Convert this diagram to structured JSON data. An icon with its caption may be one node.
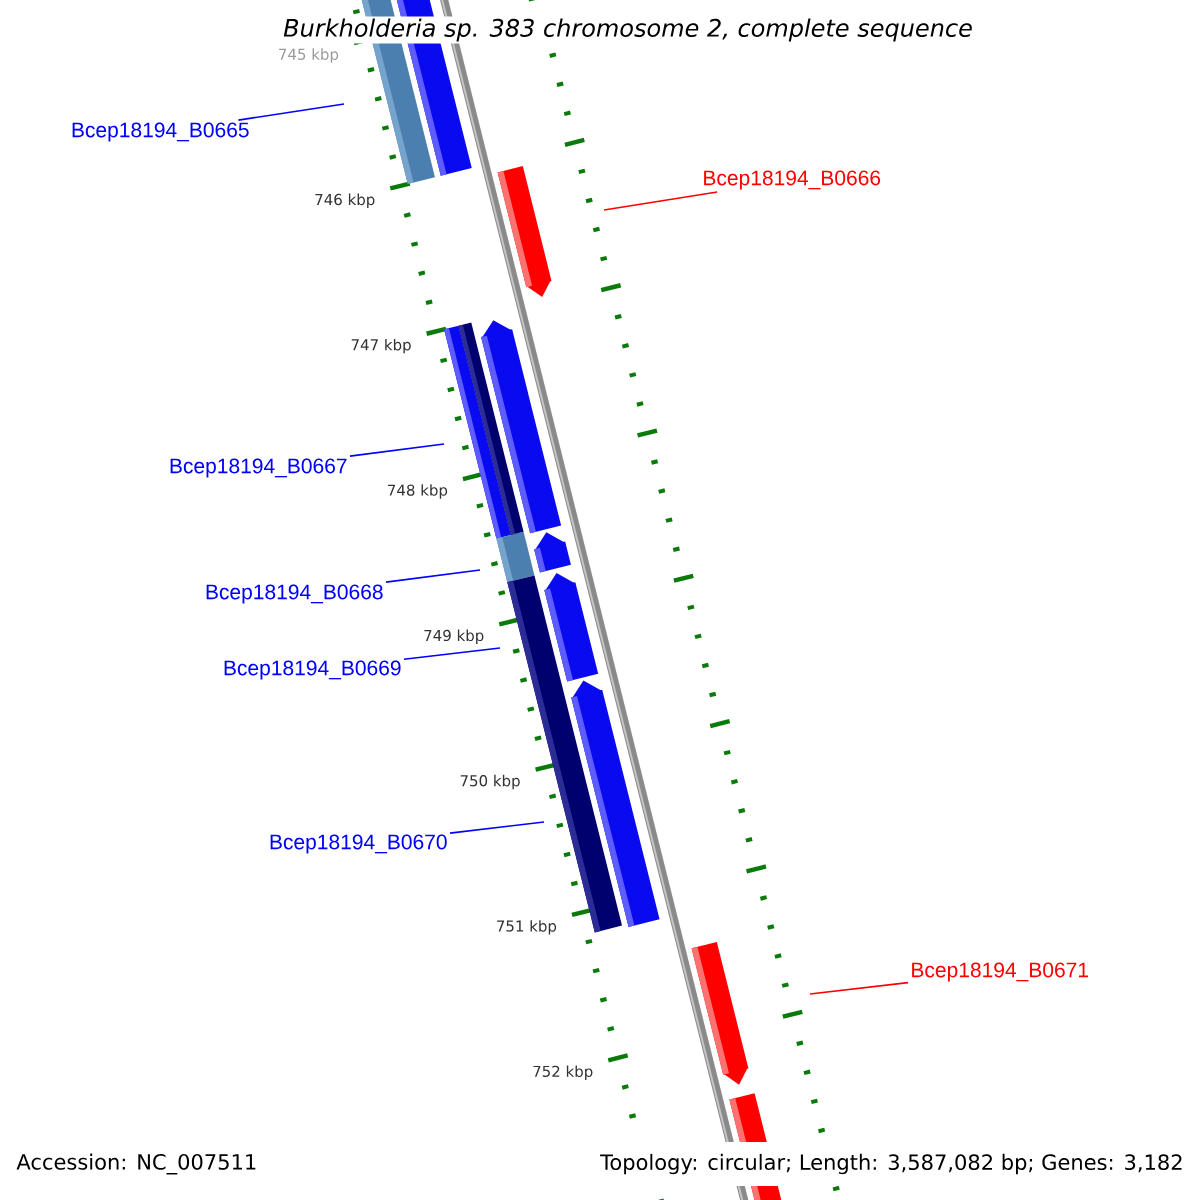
{
  "diagram": {
    "title": "Burkholderia sp. 383 chromosome 2, complete sequence",
    "nodes": [
      {
        "text": [
          "Bcep18194_B0665"
        ]
      },
      {
        "text": [
          "Bcep18194_B0666"
        ]
      },
      {
        "text": [
          "Bcep18194_B0667"
        ]
      },
      {
        "text": [
          "Bcep18194_B0668"
        ]
      },
      {
        "text": [
          "Bcep18194_B0669"
        ]
      },
      {
        "text": [
          "Bcep18194_B0670"
        ]
      },
      {
        "text": [
          "Bcep18194_B0671"
        ]
      }
    ],
    "edges": [
      {
        "from": 0,
        "to": null,
        "arrow": "none"
      },
      {
        "from": 1,
        "to": null,
        "arrow": "none",
        "color": "#ff0000"
      },
      {
        "from": 2,
        "to": null,
        "arrow": "none"
      },
      {
        "from": 3,
        "to": null,
        "arrow": "none"
      },
      {
        "from": 4,
        "to": null,
        "arrow": "none"
      },
      {
        "from": 5,
        "to": null,
        "arrow": "none"
      },
      {
        "from": 6,
        "to": null,
        "arrow": "none",
        "color": "#ff0000"
      }
    ],
    "labels": [
      "745 kbp",
      "746 kbp",
      "747 kbp",
      "748 kbp",
      "749 kbp",
      "750 kbp",
      "751 kbp",
      "752 kbp",
      "Accession: NC_007511",
      "Topology: circular; Length: 3,587,082 bp; Genes: 3,182"
    ]
  }
}
